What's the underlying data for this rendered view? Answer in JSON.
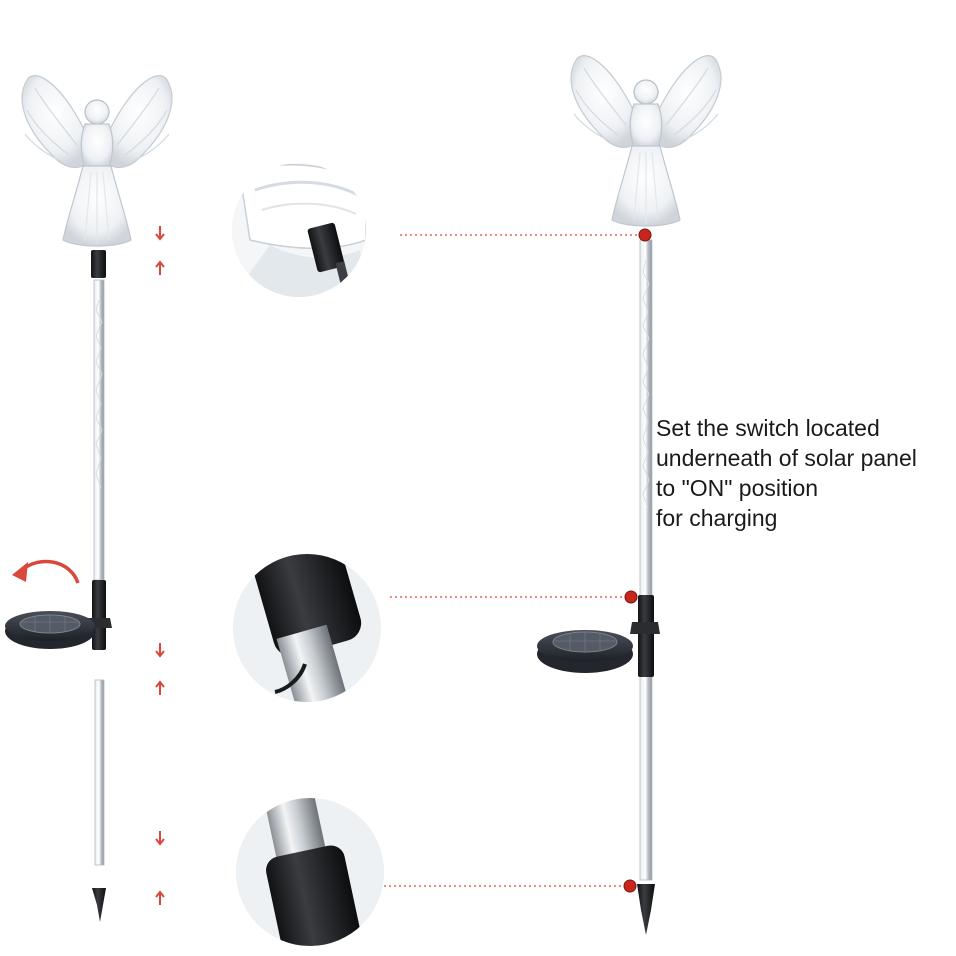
{
  "instruction_lines": [
    "Set the switch located",
    "underneath of solar panel",
    "to \"ON\" position",
    "for charging"
  ],
  "colors": {
    "arrow": "#d9483b",
    "marker": "#c8261c",
    "dotted_line": "#d9483b",
    "pole": "#c9ced3",
    "black_part": "#1e1f22",
    "panel": "#2b2f37"
  },
  "icons": {
    "rotation": "rotate-arrow-icon",
    "separation": "separation-arrows-icon"
  }
}
